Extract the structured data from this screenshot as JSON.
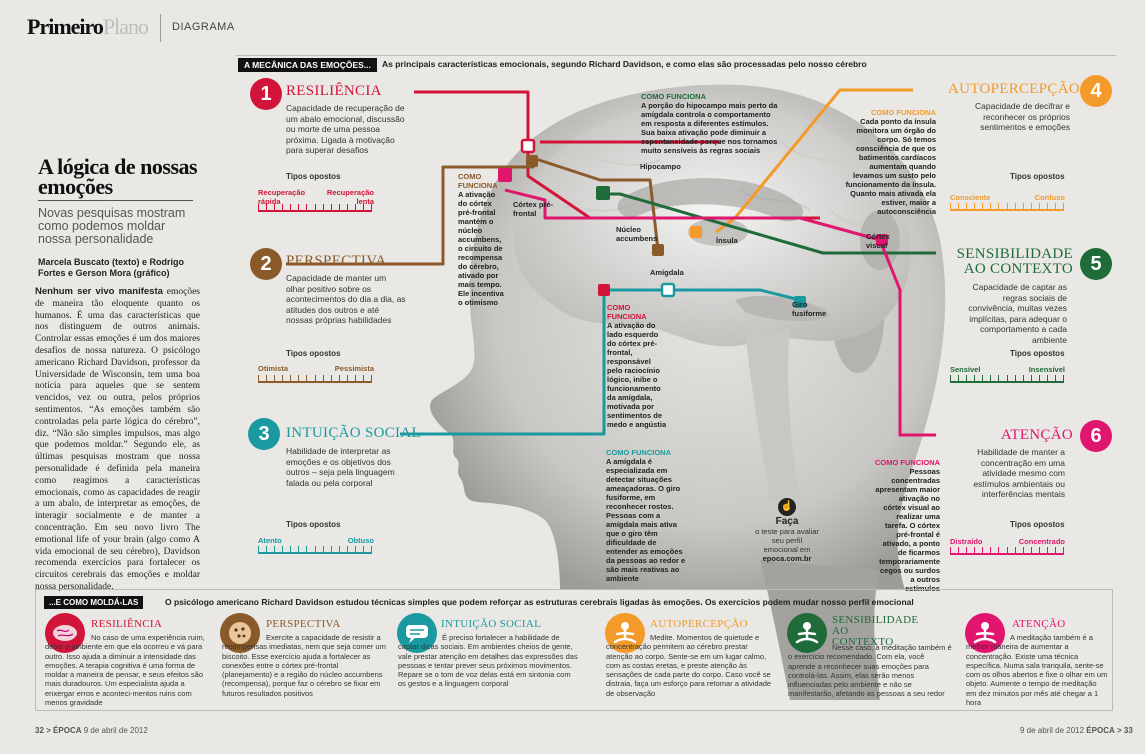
{
  "header": {
    "brand_bold": "Primeiro",
    "brand_light": "Plano",
    "section": "DIAGRAMA"
  },
  "tagline": {
    "label": "A MECÂNICA DAS EMOÇÕES...",
    "text": "As principais características emocionais, segundo Richard Davidson, e como elas são processadas pelo nosso cérebro"
  },
  "article": {
    "title": "A lógica de nossas emoções",
    "subtitle": "Novas pesquisas mostram como podemos moldar nossa personalidade",
    "credit": "Marcela Buscato (texto) e Rodrigo Fortes e Gerson Mora (gráfico)",
    "lead": "Nenhum ser vivo manifesta",
    "body": "emoções de maneira tão eloquente quanto os humanos. É uma das características que nos distinguem de outros animais. Controlar essas emoções é um dos maiores desafios de nossa natureza. O psicólogo americano Richard Davidson, professor da Universidade de Wisconsin, tem uma boa notícia para aqueles que se sentem vencidos, vez ou outra, pelos próprios sentimentos. “As emoções também são controladas pela parte lógica do cérebro”, diz. “Não são simples impulsos, mas algo que podemos moldar.” Segundo ele, as últimas pesquisas mostram que nossa personalidade é definida pela maneira como reagimos a características emocionais, como as capacidades de reagir a um abalo, de interpretar as emoções, de interagir socialmente e de manter a concentração. Em seu novo livro The emotional life of your brain (algo como A vida emocional de seu cérebro), Davidson recomenda exercícios para fortalecer os circuitos cerebrais das emoções e moldar nossa personalidade."
  },
  "tipos_label": "Tipos opostos",
  "emotions": [
    {
      "num": "1",
      "title": "RESILIÊNCIA",
      "color": "#d2143a",
      "desc": "Capacidade de recuperação de um abalo emocional, discussão ou morte de uma pessoa próxima. Ligada à motivação para superar desafios",
      "left": "Recuperação rápida",
      "right": "Recuperação lenta"
    },
    {
      "num": "2",
      "title": "PERSPECTIVA",
      "color": "#8b5a2b",
      "desc": "Capacidade de manter um olhar positivo sobre os acontecimentos do dia a dia, as atitudes dos outros e até nossas próprias habilidades",
      "left": "Otimista",
      "right": "Pessimista"
    },
    {
      "num": "3",
      "title": "INTUIÇÃO SOCIAL",
      "color": "#1a9aa0",
      "desc": "Habilidade de interpretar as emoções e os objetivos dos outros – seja pela linguagem falada ou pela corporal",
      "left": "Atento",
      "right": "Obtuso"
    },
    {
      "num": "4",
      "title": "AUTOPERCEPÇÃO",
      "color": "#f39a2a",
      "desc": "Capacidade de decifrar e reconhecer os próprios sentimentos e emoções",
      "left": "Consciente",
      "right": "Confuso"
    },
    {
      "num": "5",
      "title": "SENSIBILIDADE AO CONTEXTO",
      "color": "#1f6b3a",
      "desc": "Capacidade de captar as regras sociais de convivência, muitas vezes implícitas, para adequar o comportamento a cada ambiente",
      "left": "Sensível",
      "right": "Insensível"
    },
    {
      "num": "6",
      "title": "ATENÇÃO",
      "color": "#e0156e",
      "desc": "Habilidade de manter a concentração em uma atividade mesmo com estímulos ambientais ou interferências mentais",
      "left": "Distraído",
      "right": "Concentrado"
    }
  ],
  "notes": {
    "cf_label": "COMO FUNCIONA",
    "n1": "A porção do hipocampo mais perto da amígdala controla o comportamento em resposta a diferentes estímulos. Sua baixa ativação pode diminuir a espontaneidade porque nos tornamos muito sensíveis às regras sociais",
    "n2": "A ativação do córtex pré-frontal mantém o núcleo accumbens, o circuito de recompensa do cérebro, ativado por mais tempo. Ele incentiva o otimismo",
    "n3": "Cada ponto da ínsula monitora um órgão do corpo. Só temos consciência de que os batimentos cardíacos aumentam quando levamos um susto pelo funcionamento da ínsula. Quanto mais ativada ela estiver, maior a autoconsciência",
    "n4": "A ativação do lado esquerdo do córtex pré-frontal, responsável pelo raciocínio lógico, inibe o funcionamento da amígdala, motivada por sentimentos de medo e angústia",
    "n5": "A amígdala é especializada em detectar situações ameaçadoras. O giro fusiforme, em reconhecer rostos. Pessoas com a amígdala mais ativa que o giro têm dificuldade de entender as emoções da pessoas ao redor e são mais reativas ao ambiente",
    "n6": "Pessoas concentradas apresentam maior ativação no córtex visual ao realizar uma tarefa. O córtex pré-frontal é ativado, a ponto de ficarmos temporariamente cegos ou surdos a outros estímulos"
  },
  "regions": {
    "hipocampo": "Hipocampo",
    "cortex_pf": "Córtex pré-frontal",
    "nucleo": "Núcleo accumbens",
    "insula": "Ínsula",
    "cortex_visual": "Córtex visual",
    "amigdala": "Amígdala",
    "giro": "Giro fusiforme"
  },
  "faca": {
    "title": "Faça",
    "text": "o teste para avaliar seu perfil emocional em",
    "url": "epoca.com.br"
  },
  "bottom": {
    "tag": "...E COMO MOLDÁ-LAS",
    "intro": "O psicólogo americano Richard Davidson estudou técnicas simples que podem reforçar as estruturas cerebrais ligadas às emoções. Os exercícios podem mudar nosso perfil emocional",
    "tips": [
      {
        "title": "RESILIÊNCIA",
        "color": "#d2143a",
        "icon": "brain-icon",
        "text": "No caso de uma experiência ruim, deixe o ambiente em que ela ocorreu e vá para outro. Isso ajuda a diminuir a intensidade das emoções. A terapia cognitiva é uma forma de moldar a maneira de pensar, e seus efeitos são mais duradouros. Um especialista ajuda a enxergar erros e aconteci-mentos ruins com menos gravidade"
      },
      {
        "title": "PERSPECTIVA",
        "color": "#8b5a2b",
        "icon": "cookie-icon",
        "text": "Exercite a capacidade de resistir a recompensas imediatas, nem que seja comer um biscoito. Esse exercício ajuda a fortalecer as conexões entre o córtex pré-frontal (planejamento) e a região do núcleo accumbens (recompensa), porque faz o cérebro se fixar em futuros resultados positivos"
      },
      {
        "title": "INTUIÇÃO SOCIAL",
        "color": "#1a9aa0",
        "icon": "speech-bubble-icon",
        "text": "É preciso fortalecer a habilidade de captar dicas sociais. Em ambientes cheios de gente, vale prestar atenção em detalhes das expressões das pessoas e tentar prever seus próximos movimentos. Repare se o tom de voz delas está em sintonia com os gestos e a linguagem corporal"
      },
      {
        "title": "AUTOPERCEPÇÃO",
        "color": "#f39a2a",
        "icon": "meditation-icon",
        "text": "Medite. Momentos de quietude e concentração permitem ao cérebro prestar atenção ao corpo. Sente-se em um lugar calmo, com as costas eretas, e preste atenção às sensações de cada parte do corpo. Caso você se distraia, faça um esforço para retomar a atividade de observação"
      },
      {
        "title": "SENSIBILIDADE AO CONTEXTO",
        "color": "#1f6b3a",
        "icon": "meditation-icon",
        "text": "Nesse caso, a meditação também é o exercício recomendado. Com ela, você aprende a reconhecer suas emoções para controlá-las. Assim, elas serão menos influenciadas pelo ambiente e não se manifestarão, afetando as pessoas a seu redor"
      },
      {
        "title": "ATENÇÃO",
        "color": "#e0156e",
        "icon": "meditation-icon",
        "text": "A meditação também é a melhor maneira de aumentar a concentração. Existe uma técnica específica. Numa sala tranquila, sente-se com os olhos abertos e fixe o olhar em um objeto. Aumente o tempo de meditação em dez minutos por mês até chegar a 1 hora"
      }
    ]
  },
  "footer": {
    "left": "32",
    "left_mag": "ÉPOCA",
    "left_date": "9 de abril de 2012",
    "right_date": "9 de abril de 2012",
    "right_mag": "ÉPOCA",
    "right": "33"
  }
}
